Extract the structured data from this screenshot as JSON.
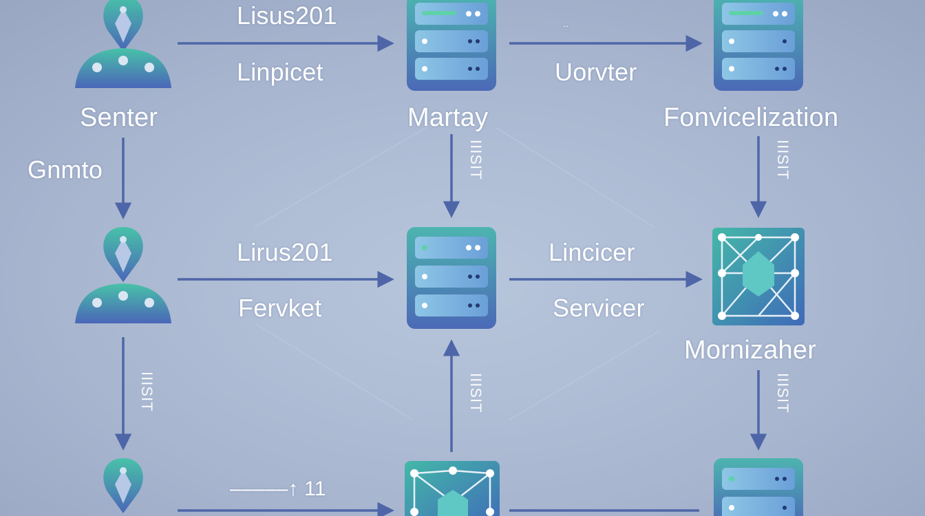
{
  "colors": {
    "background": "#a9b6cf",
    "arrow": "#4e66a8",
    "server_outer": "#4f74bc",
    "server_slot": "#7fb3dd",
    "teal": "#4dbfa5",
    "network_fill": "#3f8fb6"
  },
  "nodes": {
    "user_top": {
      "label": "Senter",
      "icon": "user-icon"
    },
    "server_top_mid": {
      "label": "Martay",
      "icon": "server-icon"
    },
    "server_top_right": {
      "label": "Fonvicelization",
      "icon": "server-icon"
    },
    "user_mid": {
      "label": "",
      "icon": "user-icon"
    },
    "server_mid": {
      "label": "",
      "icon": "server-icon"
    },
    "network_mid_right": {
      "label": "Mornizaher",
      "icon": "network-icon"
    },
    "user_bottom": {
      "label": "",
      "icon": "user-icon"
    },
    "network_bottom_mid": {
      "label": "",
      "icon": "network-icon"
    },
    "server_bottom_right": {
      "label": "",
      "icon": "server-icon"
    }
  },
  "edges": {
    "top_left_upper": "Lisus201",
    "top_left_lower": "Linpicet",
    "top_right_upper": "..",
    "top_right_lower": "Uorvter",
    "mid_left_upper": "Lirus201",
    "mid_left_lower": "Fervket",
    "mid_right_upper": "Lincicer",
    "mid_right_lower": "Servicer",
    "bottom_left": "‒‒‒‒‒↑ 11",
    "left_vertical_top": "Gnmto",
    "vertical_squiggle": "IIISIT"
  }
}
